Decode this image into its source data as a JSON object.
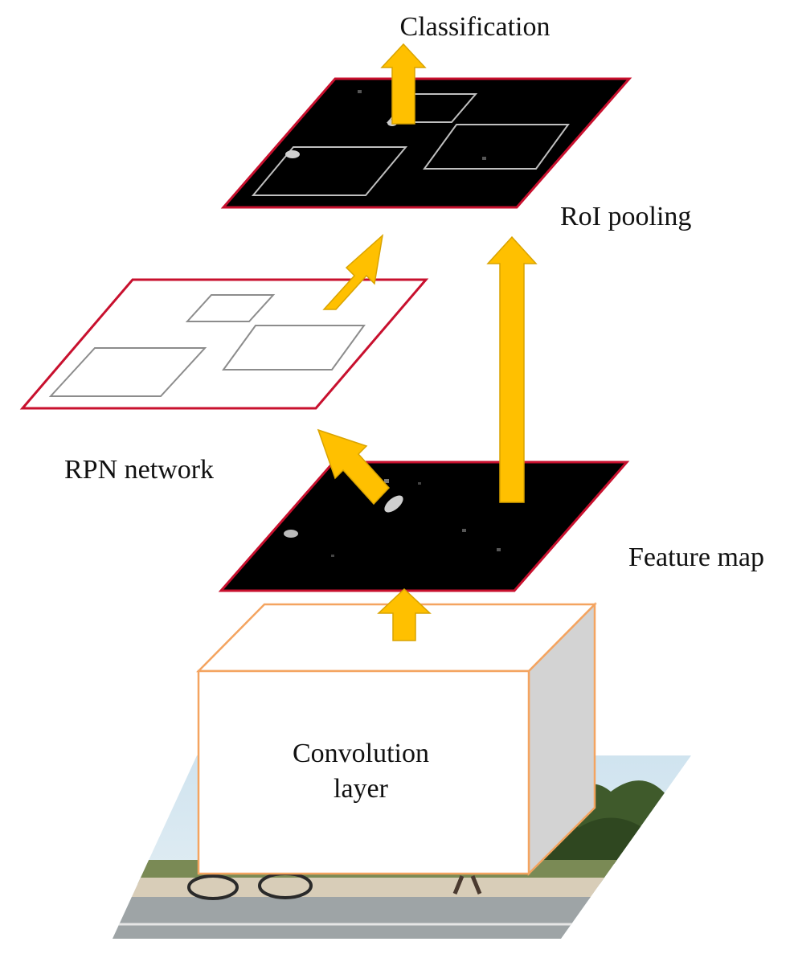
{
  "labels": {
    "classification": "Classification",
    "roi_pooling": "RoI pooling",
    "rpn_network": "RPN network",
    "feature_map": "Feature map",
    "conv_line1": "Convolution",
    "conv_line2": "layer"
  },
  "colors": {
    "arrow_fill": "#FFC000",
    "arrow_stroke": "#D9A300",
    "plane_border": "#C8102E",
    "feature_plane": "#000000",
    "box_border": "#F4A460",
    "box_side": "#D3D3D3",
    "roi_box": "#BFBFBF"
  }
}
